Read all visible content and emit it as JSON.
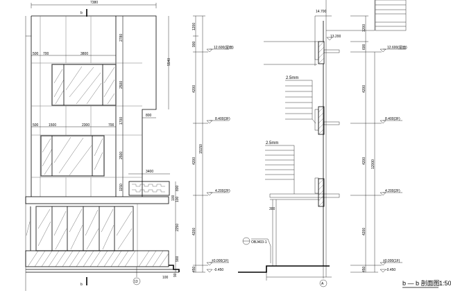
{
  "elevation": {
    "section_marker": "b",
    "overall_width": "7380",
    "top_dims": [
      "500",
      "700",
      "3800"
    ],
    "mid_dims": [
      "500",
      "1500",
      "2300",
      "700"
    ],
    "right_dims": [
      "2780",
      "2500",
      "1700",
      "2500",
      "1150"
    ],
    "projection": "800",
    "height_5540": "5540",
    "canopy_width": "3400",
    "canopy_dims": [
      "800",
      "100",
      "100",
      "2250",
      "900",
      "450"
    ],
    "foot_dims": [
      "100",
      "90"
    ],
    "axis": "13"
  },
  "levels": {
    "dims": [
      "1200",
      "900",
      "4200",
      "4200",
      "4200",
      "450"
    ],
    "total": "15150",
    "marks": [
      "12.600(屋面)",
      "8.400(3F)",
      "4.200(2F)",
      "±0.000(1F)",
      "-0.450"
    ]
  },
  "section": {
    "top_elev": "14.700",
    "parapet_elev": "13.200",
    "note_1": "2.5mm",
    "note_2": "2.5mm",
    "dim_300": "300",
    "right_dims": [
      "1200",
      "600",
      "4200",
      "4200",
      "450"
    ],
    "total": "12000",
    "marks": [
      "12.600(屋面)",
      "8.400(3F)",
      "4.200(2F)",
      "±0.000(1F)",
      "-0.450"
    ],
    "detail_ref": "OBJ403-1",
    "axis": "A"
  },
  "title": {
    "label": "b — b 剖面图",
    "scale": "1:50"
  }
}
